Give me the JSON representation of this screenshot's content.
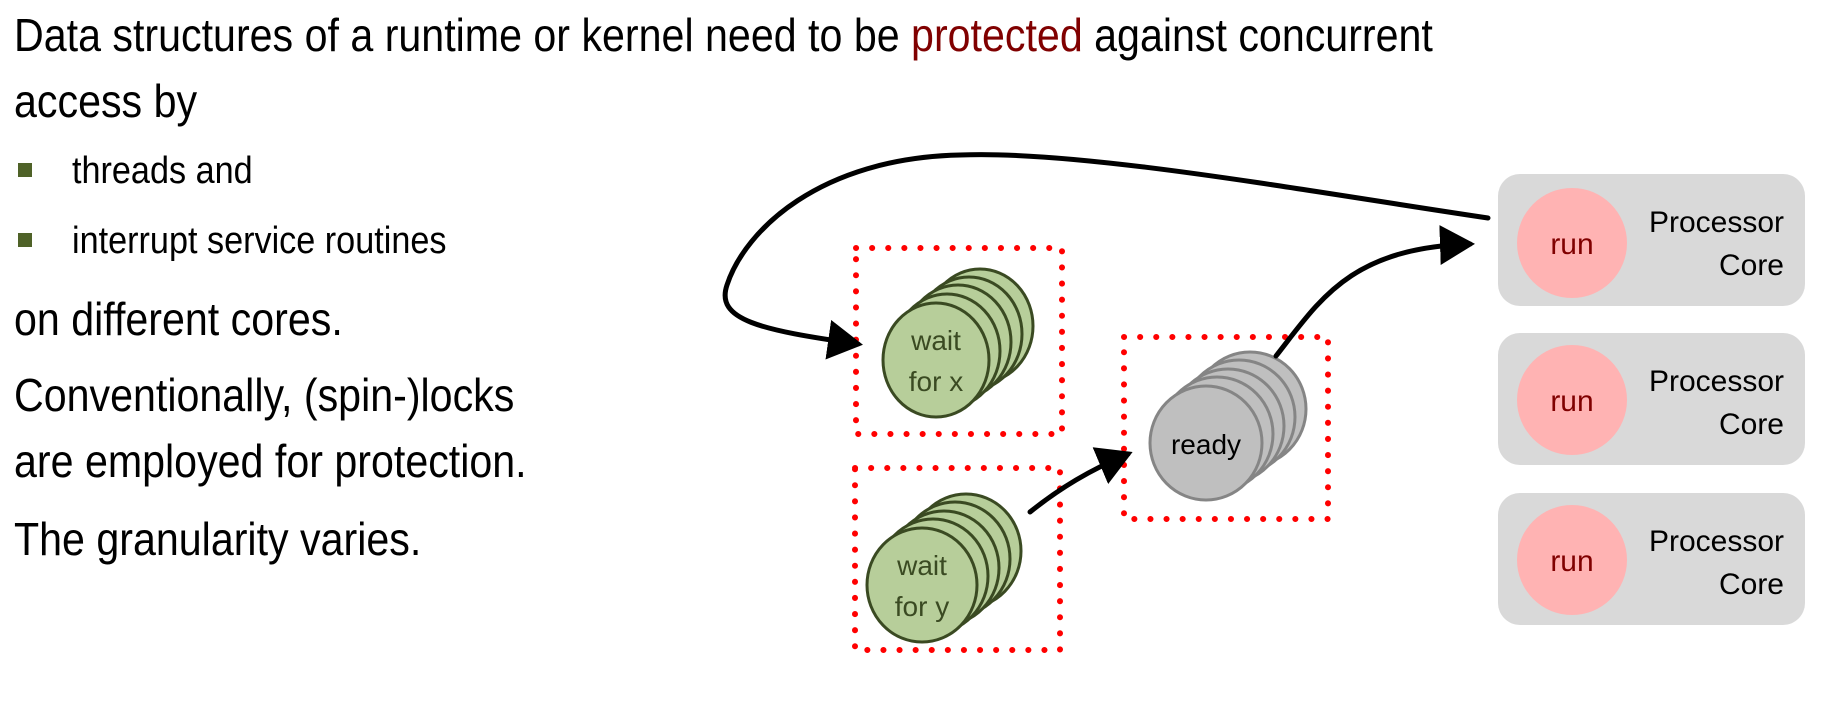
{
  "slide": {
    "heading": {
      "part1": "Data structures of a runtime or kernel need to be ",
      "highlight": "protected",
      "part2": " against concurrent",
      "line2": "access by"
    },
    "bullets": [
      {
        "label": "threads and"
      },
      {
        "label": "interrupt service routines"
      }
    ],
    "paragraphs": [
      "on different cores.",
      "Conventionally, (spin-)locks",
      "are employed for protection.",
      "The granularity varies."
    ],
    "colors": {
      "highlight": "#800000",
      "bullet": "#4F6228",
      "lock_border": "#FF0000",
      "wait_fill": "#B7CE9A",
      "wait_stroke": "#3A4A22",
      "ready_fill": "#BFBFBF",
      "ready_stroke": "#858585",
      "core_fill": "#D9D9D9",
      "run_fill": "#FFB3B3",
      "run_text": "#800000"
    }
  },
  "diagram": {
    "queues": [
      {
        "id": "wait-x",
        "line1": "wait",
        "line2": "for x"
      },
      {
        "id": "wait-y",
        "line1": "wait",
        "line2": "for y"
      },
      {
        "id": "ready",
        "line1": "ready"
      }
    ],
    "cores": [
      {
        "run_label": "run",
        "label_line1": "Processor",
        "label_line2": "Core"
      },
      {
        "run_label": "run",
        "label_line1": "Processor",
        "label_line2": "Core"
      },
      {
        "run_label": "run",
        "label_line1": "Processor",
        "label_line2": "Core"
      }
    ]
  }
}
